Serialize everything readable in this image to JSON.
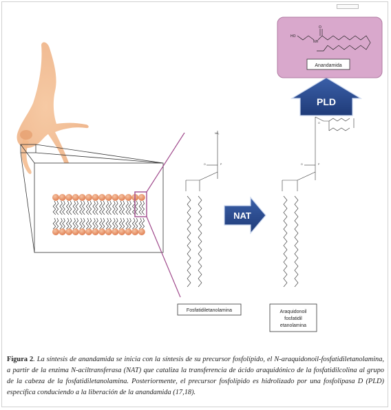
{
  "figure": {
    "labels": {
      "anandamida": "Anandamida",
      "pld": "PLD",
      "nat": "NAT",
      "fosfatidiletanolamina": "Fosfatidiletanolamina",
      "araquidonoil_line1": "Araquidonoil",
      "araquidonoil_line2": "fosfatidil",
      "araquidonoil_line3": "etanolamina"
    },
    "molecule_text": {
      "ho": "HO",
      "nh": "NH",
      "o": "O",
      "p": "P",
      "nh2": "NH₂"
    },
    "colors": {
      "membrane_head": "#e8956a",
      "neuron": "#f3b98a",
      "magenta_outline": "#a04a8c",
      "anandamide_box": "#d9a8cc",
      "arrow_fill": "#2a4a8c",
      "arrow_edge": "#c9d6ee"
    }
  },
  "caption": {
    "label": "Figura 2",
    "text": ". La síntesis de anandamida se inicia con la síntesis de su precursor fosfolípido, el N-araquidonoil-fosfatidiletanolamina, a partir de la enzima N-aciltransferasa (NAT) que cataliza la transferencia de ácido araquidónico de la fosfatidilcolina al grupo de la cabeza de la fosfatidiletanolamina. Posteriormente, el precursor fosfolípido es hidrolizado por una fosfolipasa D (PLD) específica conduciendo a la liberación de la anandamida (17,18)."
  }
}
